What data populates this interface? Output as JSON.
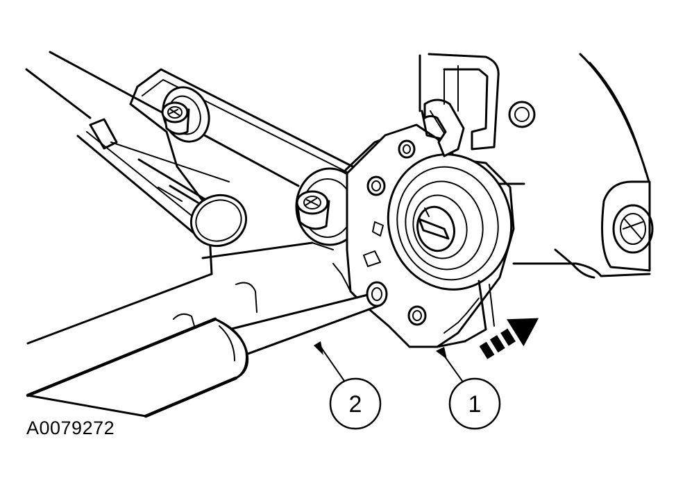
{
  "figure": {
    "id": "A0079272"
  },
  "callouts": [
    {
      "label": "1"
    },
    {
      "label": "2"
    }
  ],
  "icons": {
    "direction_arrow": "push-direction-arrow-icon",
    "spring": "spring-hub-icon"
  },
  "colors": {
    "ink": "#000000",
    "paper": "#ffffff"
  }
}
